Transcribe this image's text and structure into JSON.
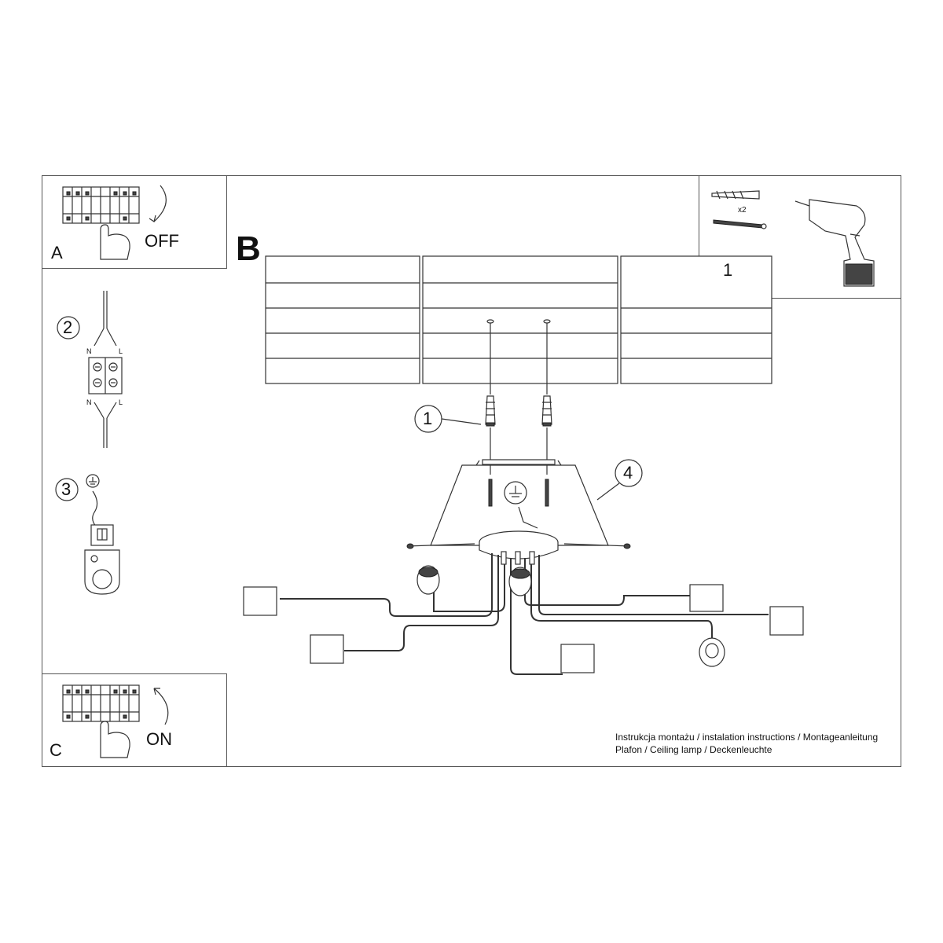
{
  "panels": {
    "A": {
      "letter": "A",
      "state": "OFF"
    },
    "C": {
      "letter": "C",
      "state": "ON"
    },
    "B": {
      "letter": "B"
    }
  },
  "steps": {
    "wiring": {
      "number": "2",
      "left_label": "N",
      "right_label": "L"
    },
    "ground": {
      "number": "3"
    },
    "tools": {
      "number": "1",
      "quantity": "x2"
    },
    "anchors": {
      "number": "1"
    },
    "lamp": {
      "number": "4"
    }
  },
  "footer": {
    "line1": "Instrukcja montażu / instalation instructions / Montageanleitung",
    "line2": "Plafon / Ceiling lamp / Deckenleuchte"
  },
  "icons": [
    "circuit-breaker-icon",
    "hand-icon",
    "curved-arrow-icon",
    "drill-icon",
    "wall-plug-icon",
    "screw-icon",
    "ground-symbol-icon",
    "terminal-block-icon",
    "mounting-bracket-icon",
    "lamp-socket-icon"
  ]
}
